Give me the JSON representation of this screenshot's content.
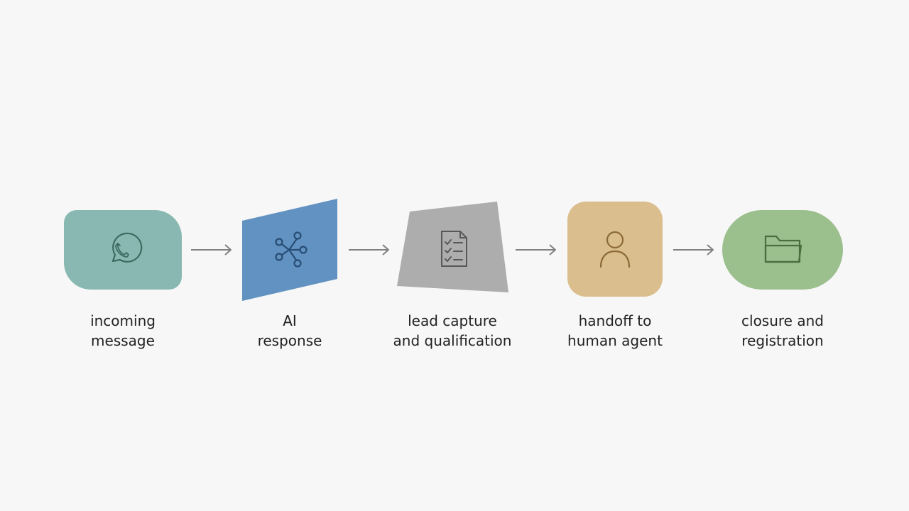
{
  "diagram": {
    "steps": [
      {
        "icon": "whatsapp-icon",
        "color": "#88b8b1",
        "label_lines": [
          "incoming",
          "message"
        ]
      },
      {
        "icon": "network-nodes-icon",
        "color": "#6292c1",
        "label_lines": [
          "AI",
          "response"
        ]
      },
      {
        "icon": "checklist-document-icon",
        "color": "#adadad",
        "label_lines": [
          "lead capture",
          "and qualification"
        ]
      },
      {
        "icon": "person-icon",
        "color": "#dbbe8e",
        "label_lines": [
          "handoff to",
          "human agent"
        ]
      },
      {
        "icon": "folder-icon",
        "color": "#9cbf8e",
        "label_lines": [
          "closure and",
          "registration"
        ]
      }
    ],
    "arrow_color": "#808080",
    "icon_colors": [
      "#3f6a64",
      "#274d75",
      "#585858",
      "#8b6a38",
      "#4a6e3e"
    ]
  }
}
